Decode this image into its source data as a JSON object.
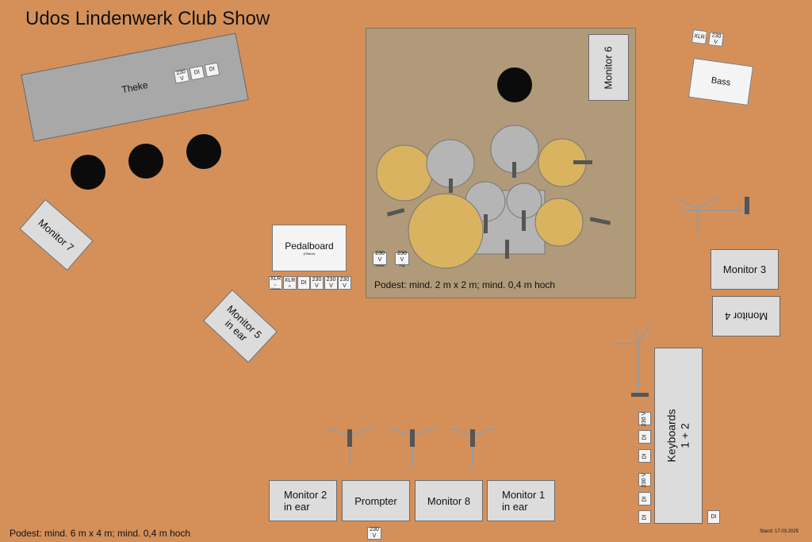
{
  "title": "Udos Lindenwerk Club Show",
  "bar": {
    "label": "Theke",
    "tags": [
      "230 V",
      "DI",
      "DI"
    ]
  },
  "pedalboard": {
    "label": "Pedalboard",
    "sub": "(Gitarre)",
    "tags": [
      {
        "main": "XLR",
        "sub": "L-Micron"
      },
      {
        "main": "XLR",
        "sub": "R"
      },
      {
        "main": "DI",
        "sub": ""
      },
      {
        "main": "230 V",
        "sub": ""
      },
      {
        "main": "230 V",
        "sub": ""
      },
      {
        "main": "230 V",
        "sub": ""
      }
    ]
  },
  "riser": {
    "note": "Podest: mind. 2 m x 2 m; mind. 0,4 m hoch",
    "tags": [
      {
        "main": "230 V",
        "sub": "Strobe"
      },
      {
        "main": "230 V",
        "sub": "Fog"
      }
    ]
  },
  "bass": {
    "label": "Bass",
    "tags": [
      "XLR",
      "230 V"
    ]
  },
  "monitors": {
    "m1_line1": "Monitor 1",
    "m1_line2": "in ear",
    "m2_line1": "Monitor 2",
    "m2_line2": "in ear",
    "m3": "Monitor 3",
    "m4": "Monitor 4",
    "m5_line1": "Monitor 5",
    "m5_line2": "in ear",
    "m6": "Monitor 6",
    "m7": "Monitor 7",
    "m8": "Monitor 8"
  },
  "prompter": "Prompter",
  "keyboards": {
    "line1": "Keyboards",
    "line2": "1 + 2",
    "tags": [
      "230 V",
      "DI",
      "DI",
      "230 V",
      "DI",
      "DI"
    ],
    "side_tag": "DI"
  },
  "front_tag": "230 V",
  "stage_note": "Podest: mind. 6 m x 4 m; mind. 0,4 m hoch",
  "date": "Stand: 17.03.2025",
  "colors": {
    "floor": "#d5905a",
    "riser": "#b09a79",
    "cymbal": "#d9b35f",
    "drum": "#b5b5b5",
    "stool": "#0b0b0b"
  }
}
